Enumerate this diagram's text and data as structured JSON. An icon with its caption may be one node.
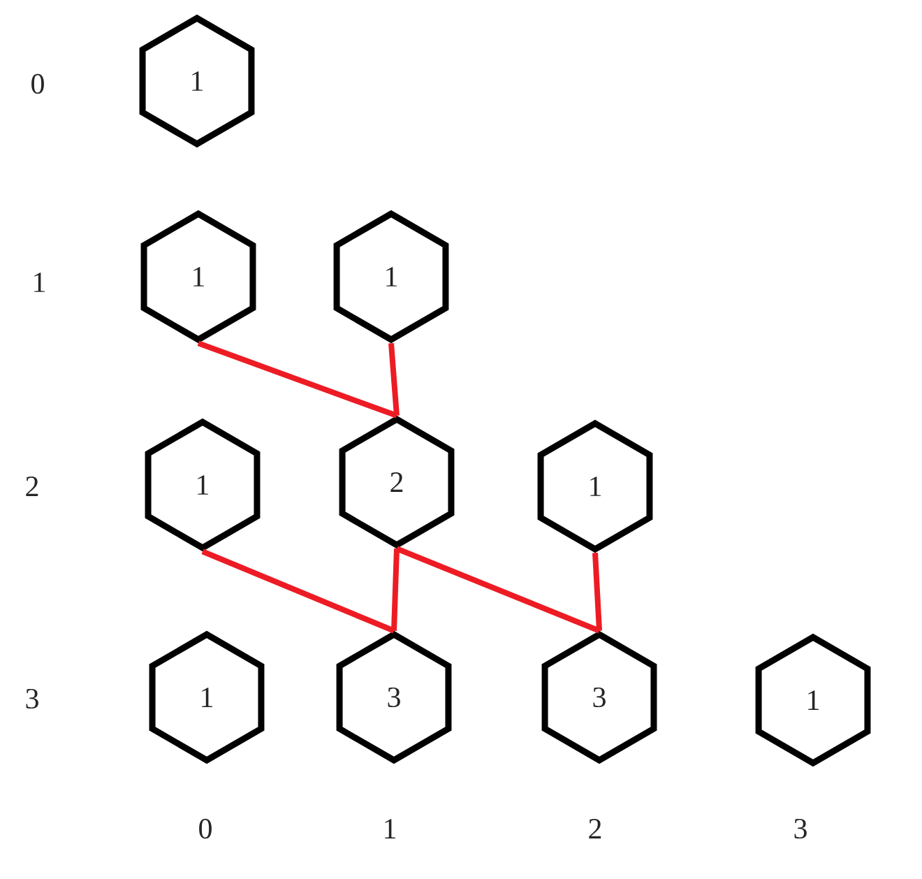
{
  "diagram": {
    "nodes": [
      {
        "text": [
          "1"
        ]
      },
      {
        "text": [
          "1"
        ]
      },
      {
        "text": [
          "1"
        ]
      },
      {
        "text": [
          "1"
        ]
      },
      {
        "text": [
          "2"
        ]
      },
      {
        "text": [
          "1"
        ]
      },
      {
        "text": [
          "1"
        ]
      },
      {
        "text": [
          "3"
        ]
      },
      {
        "text": [
          "3"
        ]
      },
      {
        "text": [
          "1"
        ]
      }
    ],
    "edges": [
      {
        "from": 1,
        "to": 4,
        "arrow": "none"
      },
      {
        "from": 2,
        "to": 4,
        "arrow": "none"
      },
      {
        "from": 3,
        "to": 7,
        "arrow": "none"
      },
      {
        "from": 4,
        "to": 7,
        "arrow": "none"
      },
      {
        "from": 4,
        "to": 8,
        "arrow": "none"
      },
      {
        "from": 5,
        "to": 8,
        "arrow": "none"
      }
    ],
    "labels": [
      "0",
      "1",
      "2",
      "3",
      "0",
      "1",
      "2",
      "3"
    ]
  }
}
